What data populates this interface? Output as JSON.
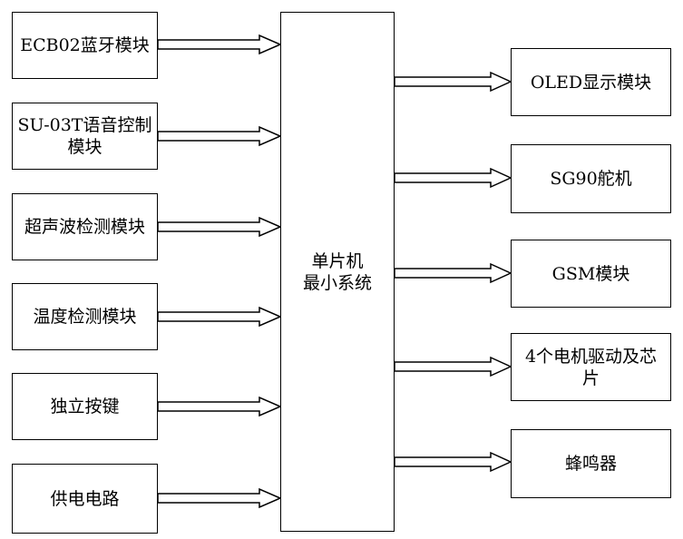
{
  "inputs": [
    {
      "label": "ECB02蓝牙模块"
    },
    {
      "label": "SU-03T语音控制模块"
    },
    {
      "label": "超声波检测模块"
    },
    {
      "label": "温度检测模块"
    },
    {
      "label": "独立按键"
    },
    {
      "label": "供电电路"
    }
  ],
  "center": {
    "line1": "单片机",
    "line2": "最小系统"
  },
  "outputs": [
    {
      "label": "OLED显示模块"
    },
    {
      "label": "SG90舵机"
    },
    {
      "label": "GSM模块"
    },
    {
      "label": "4个电机驱动及芯片"
    },
    {
      "label": "蜂鸣器"
    }
  ]
}
